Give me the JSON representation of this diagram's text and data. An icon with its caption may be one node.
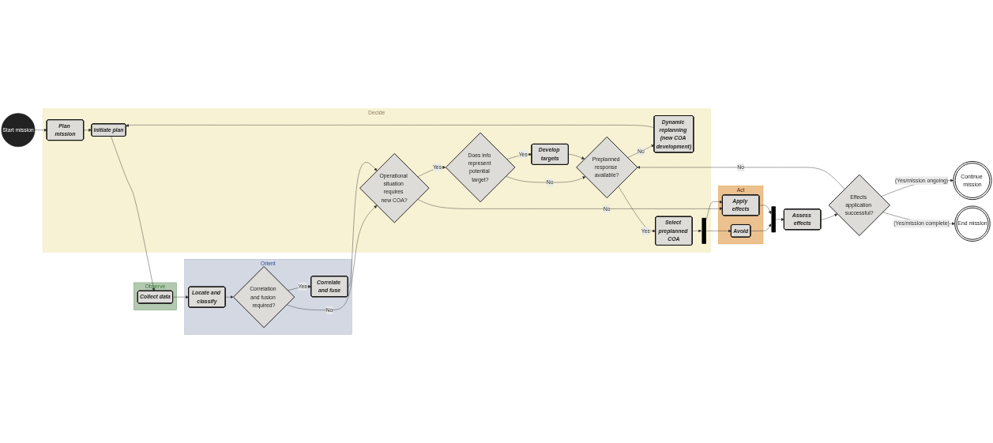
{
  "diagram": {
    "nodes": [
      {
        "text": [
          "Decide"
        ]
      },
      {
        "text": [
          "Observe"
        ]
      },
      {
        "text": [
          "Orient"
        ]
      },
      {
        "text": [
          "Act"
        ]
      },
      {
        "text": [
          "Start mission"
        ]
      },
      {
        "text": [
          "Plan mission"
        ],
        "in": 0
      },
      {
        "text": [
          "Initiate plan"
        ],
        "in": 0
      },
      {
        "text": [
          "Dynamic replanning (new COA development)"
        ],
        "in": 0
      },
      {
        "text": [
          "Continue mission"
        ]
      },
      {
        "text": [
          "End mission"
        ]
      },
      {
        "text": [
          "Develop targets"
        ],
        "in": 0
      },
      {
        "text": [
          "Preplanned response available?"
        ],
        "in": 0
      },
      {
        "text": [
          "Effects application successful?"
        ]
      },
      {
        "text": [
          "Assess effects"
        ]
      },
      {
        "text": [
          "Does info represent potential target?"
        ],
        "in": 0
      },
      {
        "text": [
          "Select preplanned COA"
        ],
        "in": 0
      },
      {
        "text": [],
        "shape": "bar",
        "in": 0
      },
      {
        "text": [
          "Avoid"
        ],
        "in": 3
      },
      {
        "text": [
          "Apply effects"
        ],
        "in": 3
      },
      {
        "text": [],
        "shape": "bar"
      },
      {
        "text": [
          "Collect data"
        ],
        "in": 1
      },
      {
        "text": [
          "Locate and classify"
        ],
        "in": 2
      },
      {
        "text": [
          "Correlate and fuse"
        ],
        "in": 2
      },
      {
        "text": [
          "Correlation and fusion required?"
        ],
        "in": 2
      },
      {
        "text": [
          "Operational situation requires new COA?"
        ],
        "in": 0
      }
    ],
    "edges": [
      {
        "from": 4,
        "to": 5,
        "arrow": "to"
      },
      {
        "from": 5,
        "to": 6,
        "arrow": "to"
      },
      {
        "from": 7,
        "to": 6,
        "arrow": "to"
      },
      {
        "from": 6,
        "to": 20,
        "arrow": "to"
      },
      {
        "from": 20,
        "to": 21,
        "arrow": "to"
      },
      {
        "from": 21,
        "to": 23,
        "arrow": "to"
      },
      {
        "from": 23,
        "to": 22,
        "arrow": "to",
        "label": "Yes"
      },
      {
        "from": 23,
        "to": 24,
        "arrow": "to",
        "label": "No"
      },
      {
        "from": 22,
        "to": 24,
        "arrow": "to"
      },
      {
        "from": 24,
        "to": 14,
        "arrow": "to",
        "label": "Yes"
      },
      {
        "from": 24,
        "to": 18,
        "arrow": "to",
        "label": "No"
      },
      {
        "from": 14,
        "to": 10,
        "arrow": "to",
        "label": "Yes"
      },
      {
        "from": 14,
        "to": 11,
        "arrow": "to",
        "label": "No"
      },
      {
        "from": 10,
        "to": 11,
        "arrow": "to"
      },
      {
        "from": 11,
        "to": 7,
        "arrow": "to",
        "label": "No"
      },
      {
        "from": 11,
        "to": 15,
        "arrow": "to",
        "label": "Yes"
      },
      {
        "from": 15,
        "to": 16,
        "arrow": "to"
      },
      {
        "from": 16,
        "to": 17,
        "arrow": "to"
      },
      {
        "from": 16,
        "to": 18,
        "arrow": "to"
      },
      {
        "from": 17,
        "to": 19,
        "arrow": "to"
      },
      {
        "from": 18,
        "to": 19,
        "arrow": "to"
      },
      {
        "from": 19,
        "to": 13,
        "arrow": "to"
      },
      {
        "from": 13,
        "to": 12,
        "arrow": "to"
      },
      {
        "from": 12,
        "to": 11,
        "arrow": "to",
        "label": "No"
      },
      {
        "from": 12,
        "to": 8,
        "arrow": "to",
        "label": "(Yes/mission ongoing)"
      },
      {
        "from": 12,
        "to": 9,
        "arrow": "to",
        "label": "(Yes/mission complete)"
      }
    ]
  }
}
